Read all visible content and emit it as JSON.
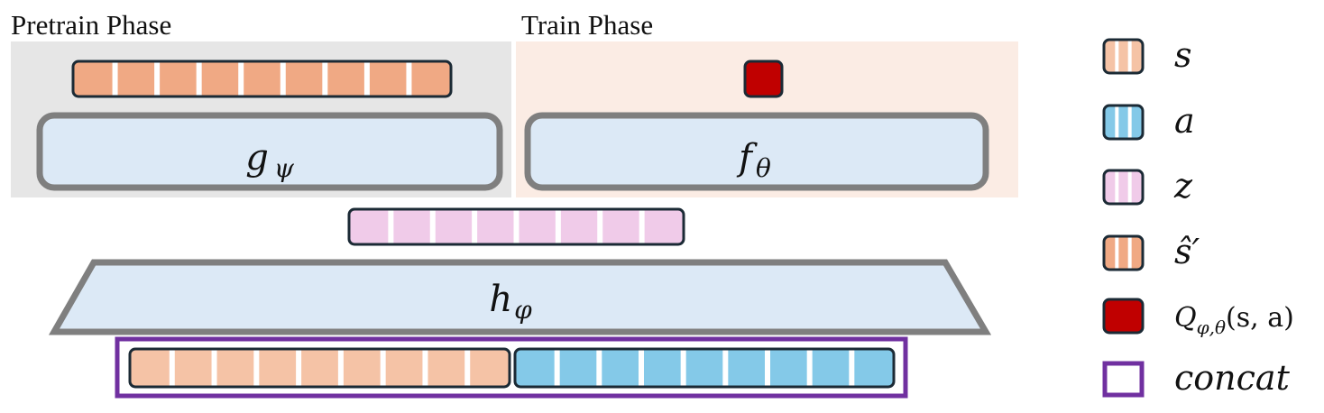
{
  "phases": {
    "pretrain_title": "Pretrain Phase",
    "train_title": "Train Phase"
  },
  "blocks": {
    "g_main": "g",
    "g_sub": "ψ",
    "f_main": "f",
    "f_sub": "θ",
    "h_main": "h",
    "h_sub": "φ"
  },
  "vectors": {
    "pretrain_top_segments": 9,
    "latent_segments": 8,
    "input_state_segments": 9,
    "input_action_segments": 9
  },
  "legend": [
    {
      "id": "s",
      "main": "s",
      "sub": "",
      "tail": "",
      "kind": "striped",
      "color": "#f5c3a6"
    },
    {
      "id": "a",
      "main": "a",
      "sub": "",
      "tail": "",
      "kind": "striped",
      "color": "#84c9e8"
    },
    {
      "id": "z",
      "main": "z",
      "sub": "",
      "tail": "",
      "kind": "striped",
      "color": "#f0cbe9"
    },
    {
      "id": "s-hat-prime",
      "main": "ŝ′",
      "sub": "",
      "tail": "",
      "kind": "striped",
      "color": "#f0a984"
    },
    {
      "id": "q-value",
      "main": "Q",
      "sub": "φ,θ",
      "tail": "(s, a)",
      "kind": "solid",
      "color": "#c00000"
    },
    {
      "id": "concat",
      "main": "concat",
      "sub": "",
      "tail": "",
      "kind": "outline",
      "color": "#7030a0"
    }
  ],
  "colors": {
    "state": "#f5c3a6",
    "state_pred": "#f0a984",
    "action": "#84c9e8",
    "latent": "#f0cbe9",
    "q_value": "#c00000",
    "concat_border": "#7030a0",
    "block_fill": "#dce9f6",
    "block_border": "#7f7f7f",
    "pretrain_bg": "#e6e6e6",
    "train_bg": "#fbece4"
  }
}
